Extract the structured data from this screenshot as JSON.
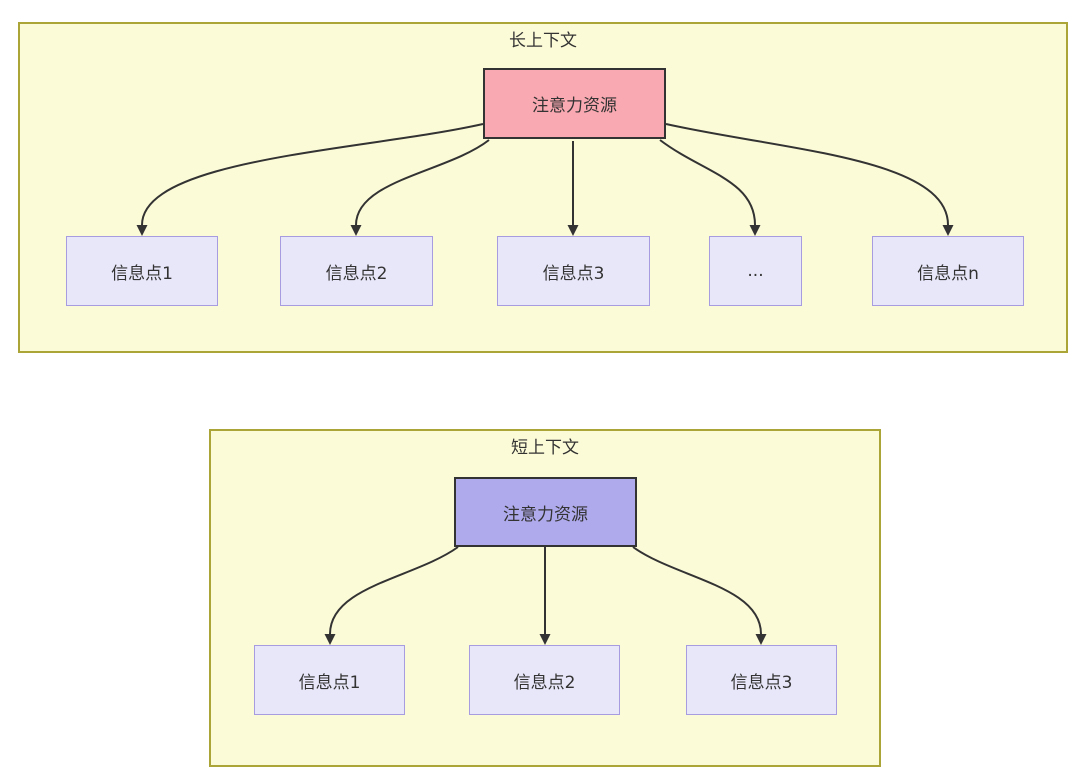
{
  "palette": {
    "page_background": "#ffffff",
    "container_fill": "#fcfbd8",
    "container_border": "#aba437",
    "attention_long_fill": "#f9a9b1",
    "attention_short_fill": "#afaaec",
    "attention_border": "#333333",
    "info_fill": "#e8e7fa",
    "info_border": "#a89ce0",
    "arrow_color": "#333333",
    "text_color": "#333333"
  },
  "long_context": {
    "title": "长上下文",
    "attention_label": "注意力资源",
    "info_points": [
      "信息点1",
      "信息点2",
      "信息点3",
      "...",
      "信息点n"
    ]
  },
  "short_context": {
    "title": "短上下文",
    "attention_label": "注意力资源",
    "info_points": [
      "信息点1",
      "信息点2",
      "信息点3"
    ]
  }
}
